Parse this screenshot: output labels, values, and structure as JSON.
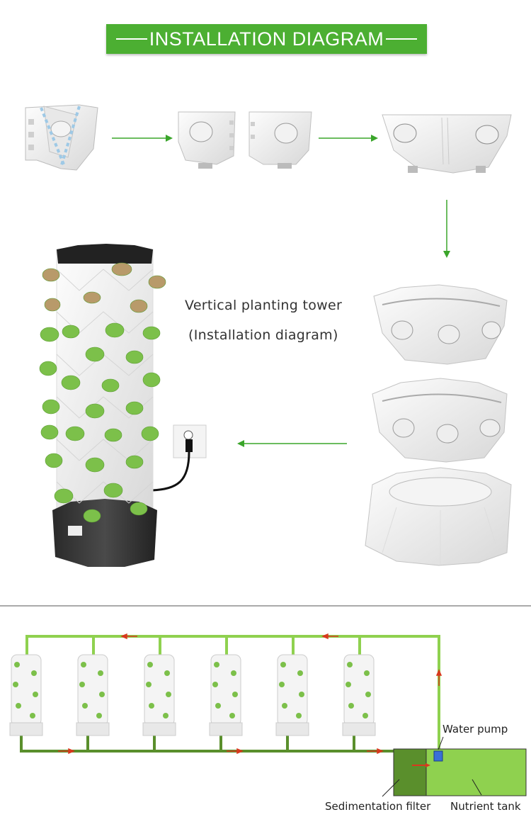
{
  "header": {
    "title": "INSTALLATION DIAGRAM"
  },
  "tower_caption": {
    "line1": "Vertical planting tower",
    "line2": "(Installation diagram)"
  },
  "system": {
    "water_pump": "Water pump",
    "sedimentation_filter": "Sedimentation filter",
    "nutrient_tank": "Nutrient tank"
  },
  "colors": {
    "banner": "#4caf32",
    "arrow": "#3aa52a",
    "pipe_supply": "#8fd14f",
    "pipe_return": "#5a8f2c",
    "flow_arrow": "#d9381e",
    "tank": "#8fd14f",
    "filter": "#5a8f2c",
    "pump": "#3a6fd6"
  }
}
